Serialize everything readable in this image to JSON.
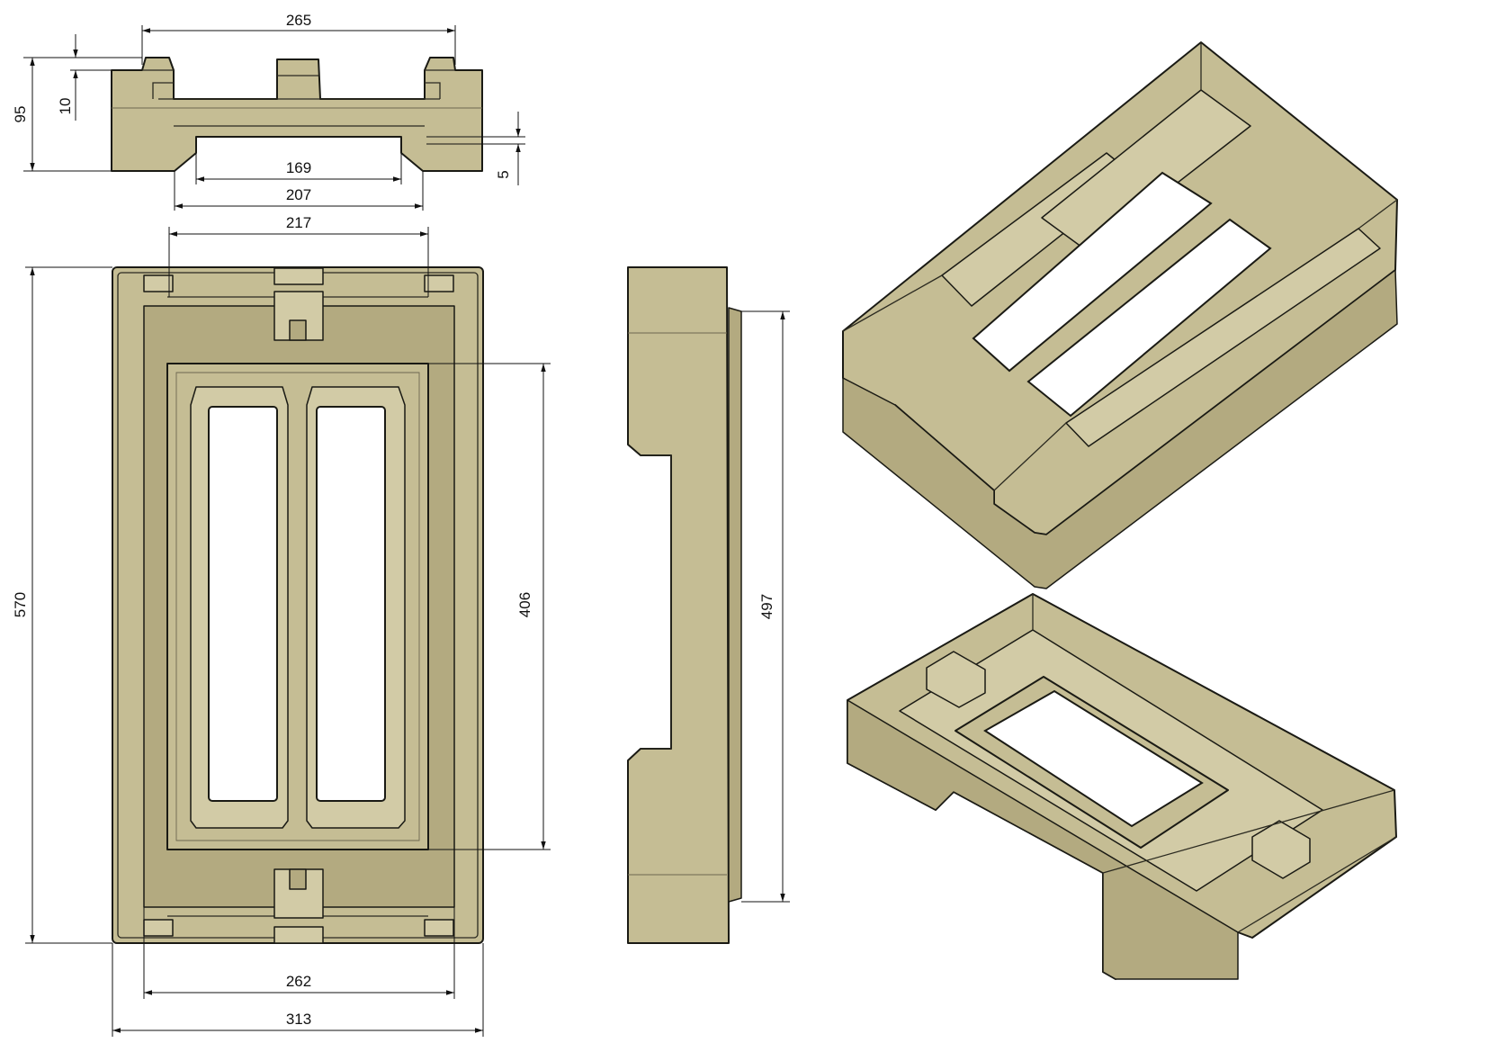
{
  "dimensions": {
    "front_top_width": "265",
    "front_height": "95",
    "front_lip": "10",
    "front_inner": "169",
    "front_outer_foot": "207",
    "front_gap": "5",
    "plan_top_width": "217",
    "plan_length": "570",
    "plan_window_length": "406",
    "plan_inner_width": "262",
    "plan_total_width": "313",
    "side_length": "497"
  }
}
